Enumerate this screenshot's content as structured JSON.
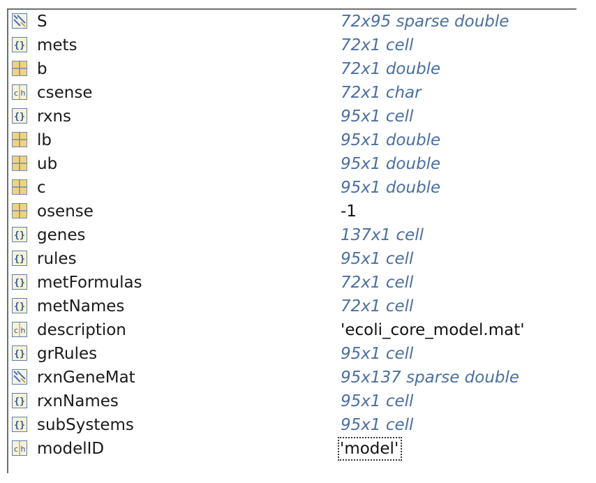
{
  "variables": [
    {
      "name": "S",
      "value": "72x95 sparse double",
      "icon": "sparse-icon",
      "kind": "type"
    },
    {
      "name": "mets",
      "value": "72x1 cell",
      "icon": "cell-icon",
      "kind": "type"
    },
    {
      "name": "b",
      "value": "72x1 double",
      "icon": "matrix-icon",
      "kind": "type"
    },
    {
      "name": "csense",
      "value": "72x1 char",
      "icon": "char-icon",
      "kind": "type"
    },
    {
      "name": "rxns",
      "value": "95x1 cell",
      "icon": "cell-icon",
      "kind": "type"
    },
    {
      "name": "lb",
      "value": "95x1 double",
      "icon": "matrix-icon",
      "kind": "type"
    },
    {
      "name": "ub",
      "value": "95x1 double",
      "icon": "matrix-icon",
      "kind": "type"
    },
    {
      "name": "c",
      "value": "95x1 double",
      "icon": "matrix-icon",
      "kind": "type"
    },
    {
      "name": "osense",
      "value": "-1",
      "icon": "matrix-icon",
      "kind": "literal"
    },
    {
      "name": "genes",
      "value": "137x1 cell",
      "icon": "cell-icon",
      "kind": "type"
    },
    {
      "name": "rules",
      "value": "95x1 cell",
      "icon": "cell-icon",
      "kind": "type"
    },
    {
      "name": "metFormulas",
      "value": "72x1 cell",
      "icon": "cell-icon",
      "kind": "type"
    },
    {
      "name": "metNames",
      "value": "72x1 cell",
      "icon": "cell-icon",
      "kind": "type"
    },
    {
      "name": "description",
      "value": "'ecoli_core_model.mat'",
      "icon": "char-icon",
      "kind": "literal"
    },
    {
      "name": "grRules",
      "value": "95x1 cell",
      "icon": "cell-icon",
      "kind": "type"
    },
    {
      "name": "rxnGeneMat",
      "value": "95x137 sparse double",
      "icon": "sparse-icon",
      "kind": "type"
    },
    {
      "name": "rxnNames",
      "value": "95x1 cell",
      "icon": "cell-icon",
      "kind": "type"
    },
    {
      "name": "subSystems",
      "value": "95x1 cell",
      "icon": "cell-icon",
      "kind": "type"
    },
    {
      "name": "modelID",
      "value": "'model'",
      "icon": "char-icon",
      "kind": "literal",
      "focused": true
    }
  ],
  "colors": {
    "type_text": "#4a6fa0",
    "literal_text": "#111111",
    "icon_border": "#5a7fb0",
    "icon_fill": "#f3d27a"
  }
}
